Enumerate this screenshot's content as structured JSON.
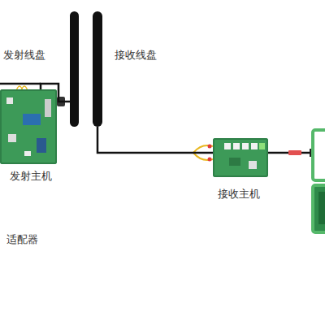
{
  "diagram": {
    "nodes": [
      {
        "text": [
          "发射线盘"
        ]
      },
      {
        "text": [
          "接收线盘"
        ]
      },
      {
        "text": [
          "发射主机"
        ]
      },
      {
        "text": [
          "接收主机"
        ]
      }
    ],
    "edges": [
      {
        "from": 2,
        "to": 0,
        "arrow": "none"
      },
      {
        "from": 1,
        "to": 3,
        "arrow": "none"
      }
    ],
    "labels": [
      "适配器"
    ]
  }
}
